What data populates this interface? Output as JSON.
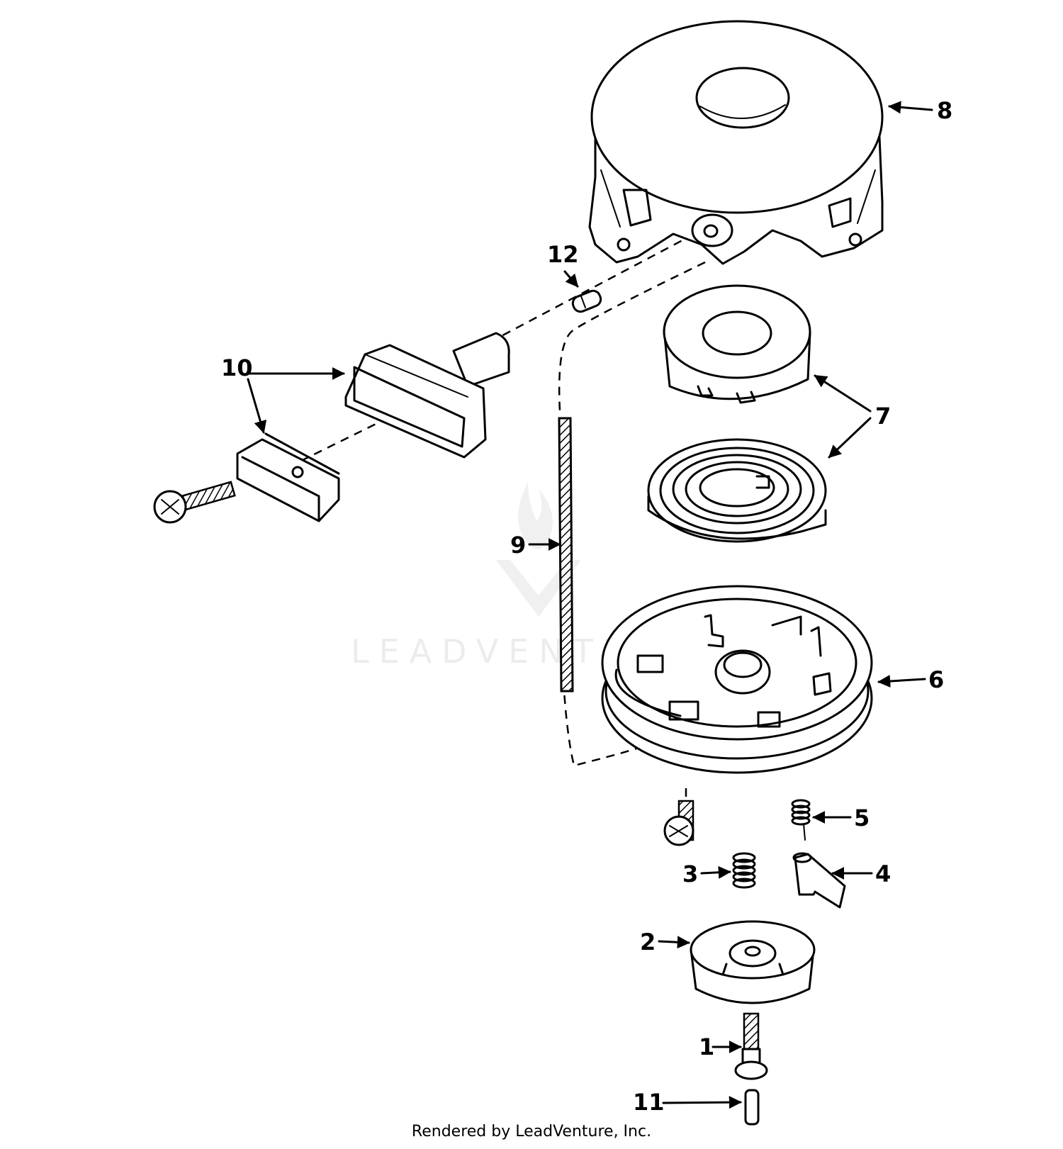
{
  "callouts": {
    "c1": "1",
    "c2": "2",
    "c3": "3",
    "c4": "4",
    "c5": "5",
    "c6": "6",
    "c7": "7",
    "c8": "8",
    "c9": "9",
    "c10": "10",
    "c11": "11",
    "c12": "12"
  },
  "watermark": "LEADVENTURE",
  "footer": "Rendered by LeadVenture, Inc."
}
